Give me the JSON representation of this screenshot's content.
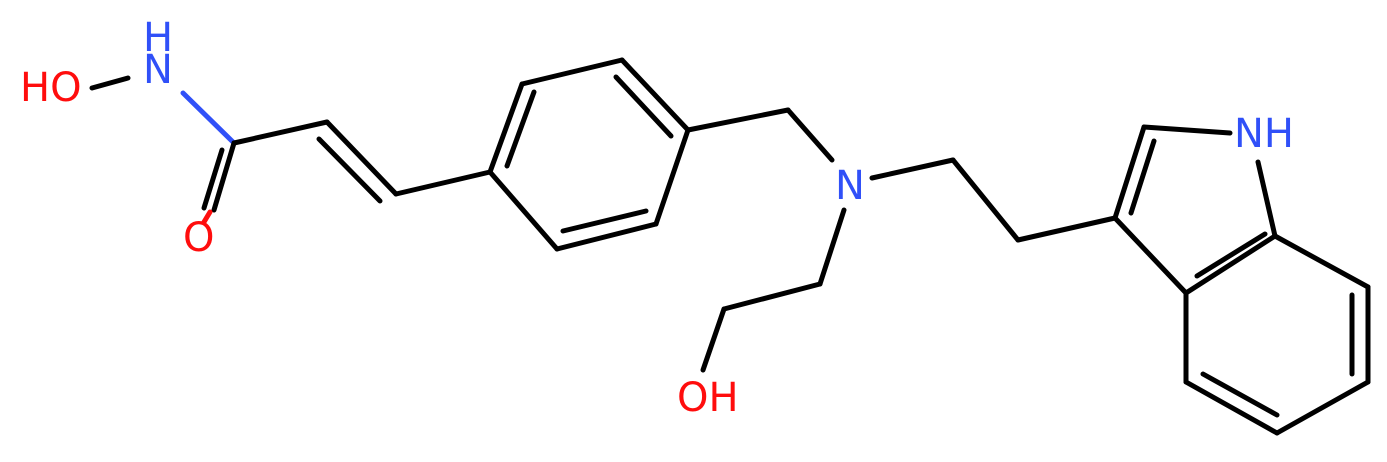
{
  "molecule": {
    "atoms": {
      "n_hydroxamic": "N",
      "h_hydroxamic": "H",
      "oh_hydroxamic": "HO",
      "o_carbonyl": "O",
      "n_amine": "N",
      "oh_ethanol": "OH",
      "nh_indole": "NH"
    }
  },
  "colors": {
    "carbon_bond": "#000000",
    "nitrogen": "#3050F8",
    "oxygen": "#FF0D0D",
    "background": "#ffffff"
  }
}
